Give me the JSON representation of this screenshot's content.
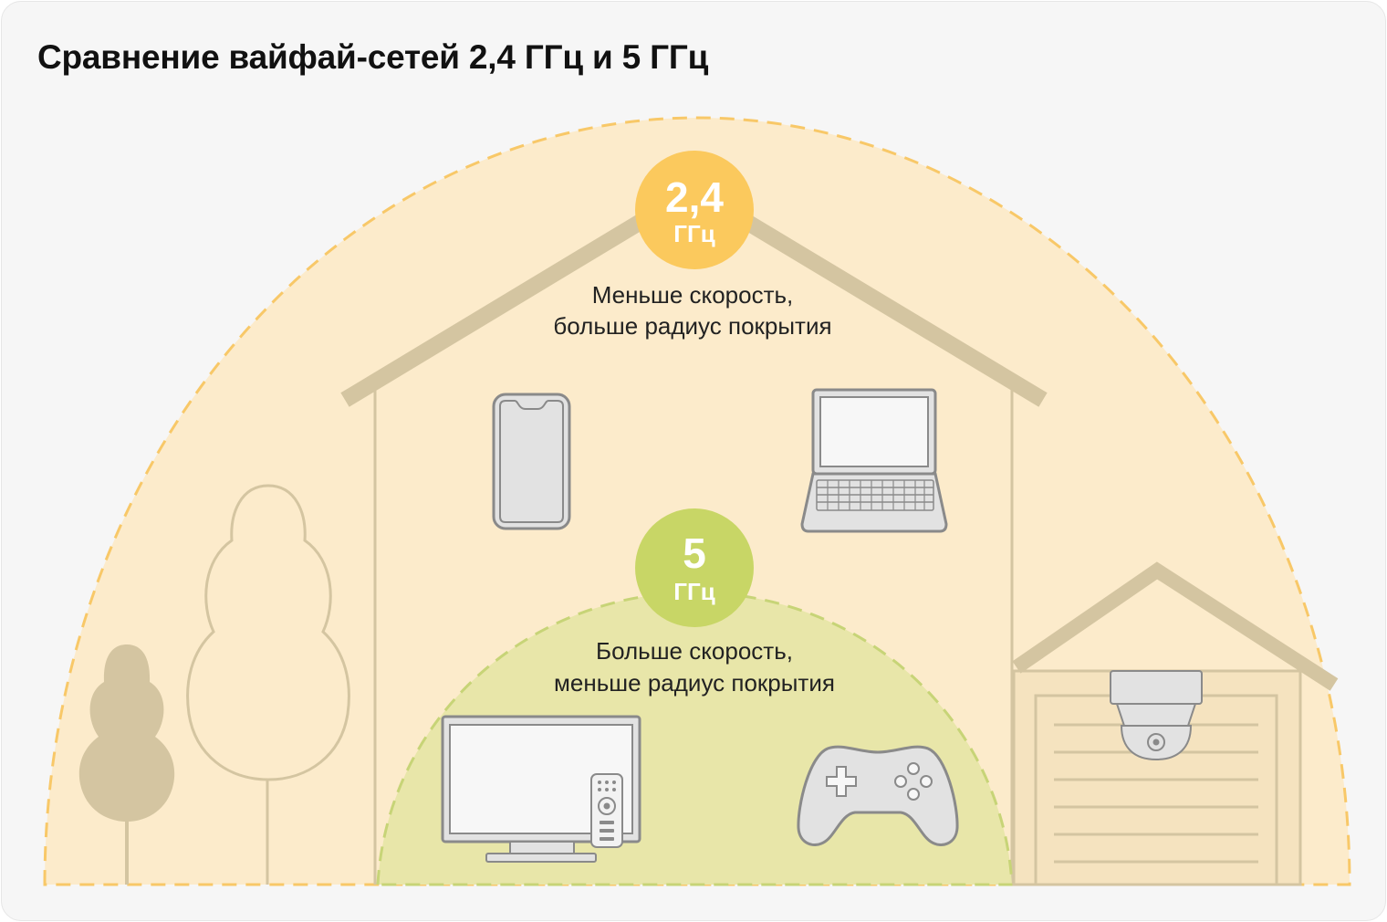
{
  "title": "Сравнение вайфай-сетей 2,4 ГГц и 5 ГГц",
  "colors": {
    "background": "#f6f6f6",
    "zone_24": "#fcebcb",
    "zone_24_border": "#f8c868",
    "zone_5": "#e8e6a9",
    "zone_5_border": "#c7d477",
    "badge_24": "#fbc95d",
    "badge_5": "#c8d666",
    "house_outline": "#d4c5a1",
    "device_fill": "#e2e2e2",
    "device_stroke": "#8a8a8a"
  },
  "band_24": {
    "value": "2,4",
    "unit": "ГГц",
    "caption_line1": "Меньше скорость,",
    "caption_line2": "больше радиус покрытия"
  },
  "band_5": {
    "value": "5",
    "unit": "ГГц",
    "caption_line1": "Больше скорость,",
    "caption_line2": "меньше радиус покрытия"
  },
  "devices_24": [
    "smartphone-icon",
    "laptop-icon",
    "security-camera-icon"
  ],
  "devices_5": [
    "tv-icon",
    "tv-remote-icon",
    "gamepad-icon"
  ],
  "scenery": [
    "tree-filled-icon",
    "tree-outline-icon",
    "house-icon",
    "garage-icon"
  ]
}
